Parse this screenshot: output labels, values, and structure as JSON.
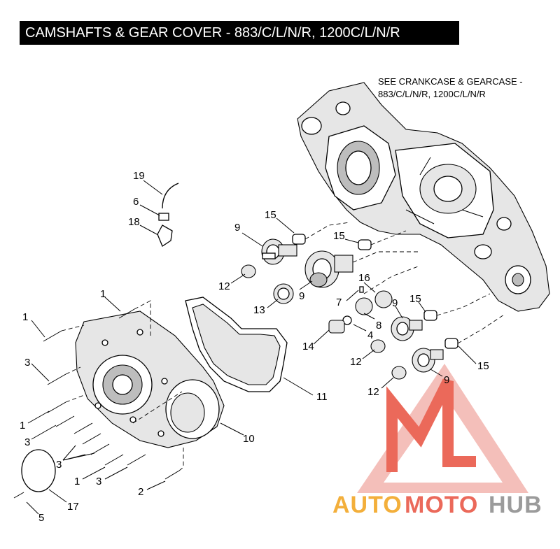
{
  "title": "CAMSHAFTS & GEAR COVER - 883/C/L/N/R, 1200C/L/N/R",
  "see_note": {
    "line1": "SEE CRANKCASE & GEARCASE -",
    "line2": "883/C/L/N/R, 1200C/L/N/R"
  },
  "callouts": {
    "c19": "19",
    "c6": "6",
    "c18": "18",
    "c9a": "9",
    "c15a": "15",
    "c15b": "15",
    "c12a": "12",
    "c9b": "9",
    "c13": "13",
    "c16": "16",
    "c7": "7",
    "c8": "8",
    "c4": "4",
    "c9c": "9",
    "c15c": "15",
    "c14": "14",
    "c12b": "12",
    "c15d": "15",
    "c12c": "12",
    "c9d": "9",
    "c11": "11",
    "c10": "10",
    "c1a": "1",
    "c1b": "1",
    "c3a": "3",
    "c1c": "1",
    "c3b": "3",
    "c3c": "3",
    "c1d": "1",
    "c3d": "3",
    "c2": "2",
    "c17": "17",
    "c5": "5"
  },
  "watermark": {
    "part1": "AUTO",
    "part2": "MOTO",
    "part3": "HUB",
    "colors": {
      "red": "#e8503e",
      "orange": "#f2a21a",
      "gray": "#8a8a8a",
      "pink": "#f3b4ae"
    }
  }
}
